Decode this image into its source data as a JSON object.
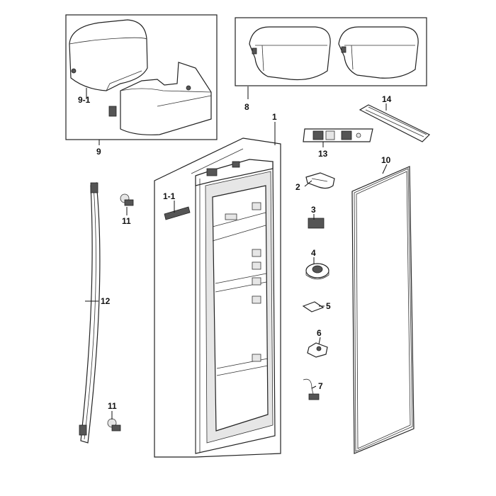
{
  "labels": {
    "p1": "1",
    "p1_1": "1-1",
    "p2": "2",
    "p3": "3",
    "p4": "4",
    "p5": "5",
    "p6": "6",
    "p7": "7",
    "p8": "8",
    "p9": "9",
    "p9_1": "9-1",
    "p10": "10",
    "p11_top": "11",
    "p11_bottom": "11",
    "p12": "12",
    "p13": "13",
    "p14": "14"
  }
}
